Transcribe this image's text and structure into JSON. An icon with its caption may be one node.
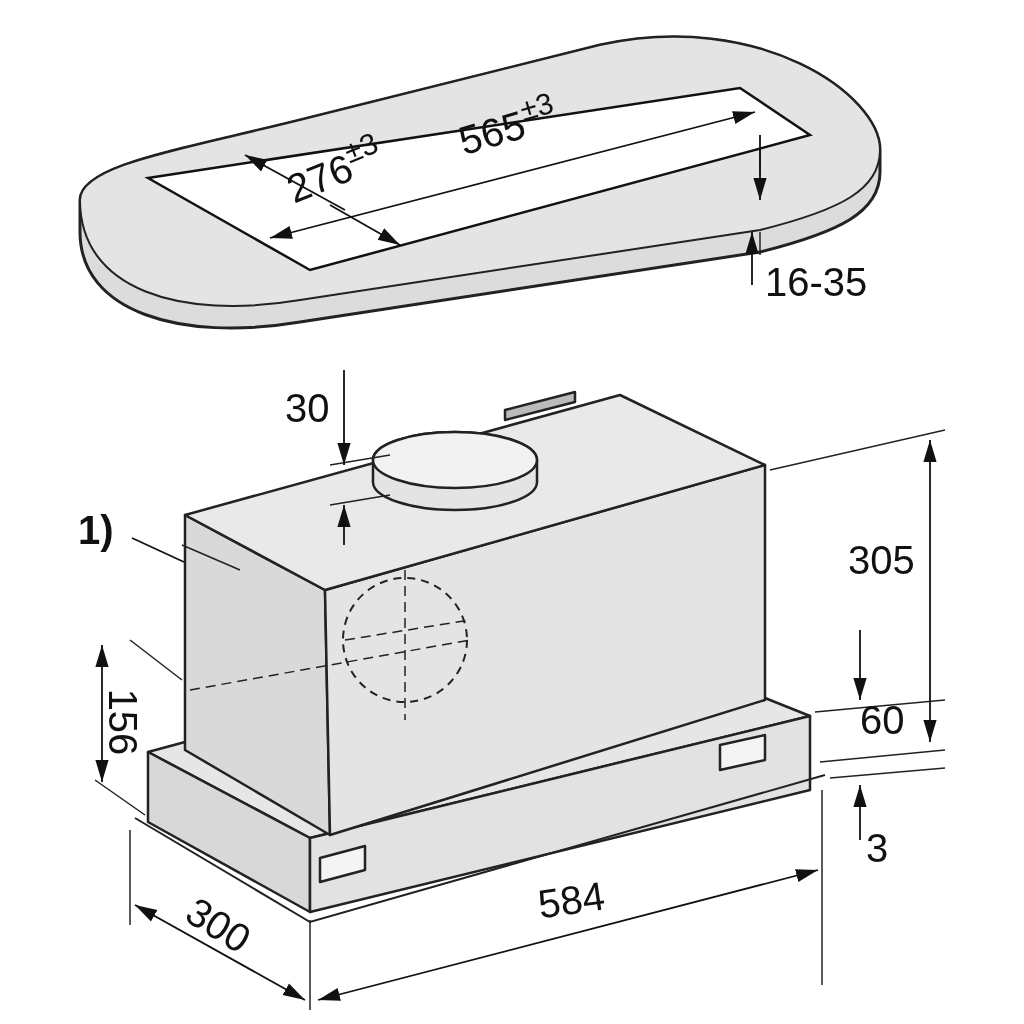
{
  "diagram": {
    "nodes": [
      {
        "text": [
          "1)"
        ]
      },
      {
        "text": [],
        "shape": "picture"
      }
    ],
    "edges": [
      {
        "from": 0,
        "to": 1,
        "arrow": "none"
      }
    ],
    "labels": [
      "276$^{±3}$",
      "565$^{±3}$",
      "16-35",
      "30",
      "305",
      "156",
      "60",
      "3",
      "300",
      "584"
    ]
  }
}
